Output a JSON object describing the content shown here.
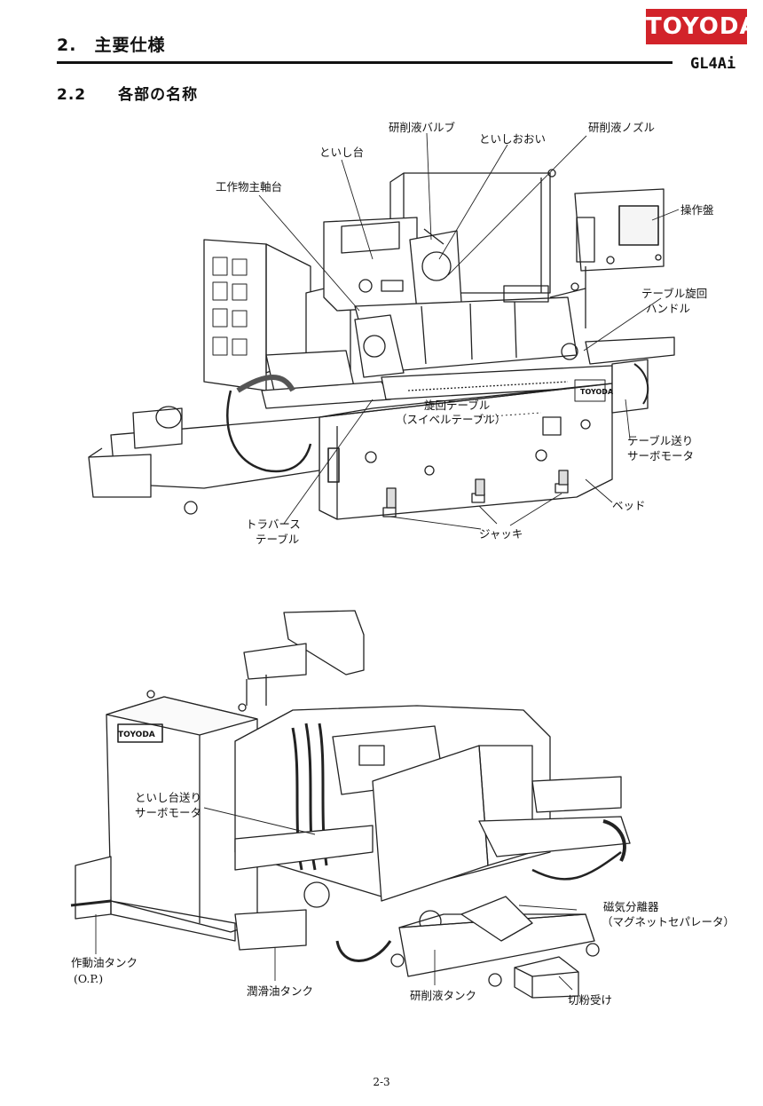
{
  "header": {
    "section_title": "2.　主要仕様",
    "logo_text": "TOYODA",
    "model": "GL4Ai",
    "subsection_title": "2.2　　各部の名称",
    "brand_color": "#d2232a"
  },
  "figure1": {
    "labels": {
      "grinding_fluid_valve": "研削液バルブ",
      "wheel_cover": "といしおおい",
      "grinding_fluid_nozzle": "研削液ノズル",
      "wheel_head": "といし台",
      "workhead": "工作物主軸台",
      "control_panel": "操作盤",
      "table_swivel_handle_1": "テーブル旋回",
      "table_swivel_handle_2": "ハンドル",
      "swivel_table_1": "旋回テーブル",
      "swivel_table_2": "（スイベルテーブル）",
      "table_feed_servo_1": "テーブル送り",
      "table_feed_servo_2": "サーボモータ",
      "bed": "ベッド",
      "traverse_table_1": "トラバース",
      "traverse_table_2": "テーブル",
      "jack": "ジャッキ",
      "nameplate": "TOYODA"
    }
  },
  "figure2": {
    "labels": {
      "wheel_feed_servo_1": "といし台送り",
      "wheel_feed_servo_2": "サーボモータ",
      "magnetic_separator_1": "磁気分離器",
      "magnetic_separator_2": "（マグネットセパレータ）",
      "hydraulic_tank_1": "作動油タンク",
      "hydraulic_tank_2": "(O.P.)",
      "lubricant_tank": "潤滑油タンク",
      "coolant_tank": "研削液タンク",
      "chip_receiver": "切粉受け",
      "cabinet_logo": "TOYODA"
    }
  },
  "footer": {
    "page_number": "2-3"
  }
}
